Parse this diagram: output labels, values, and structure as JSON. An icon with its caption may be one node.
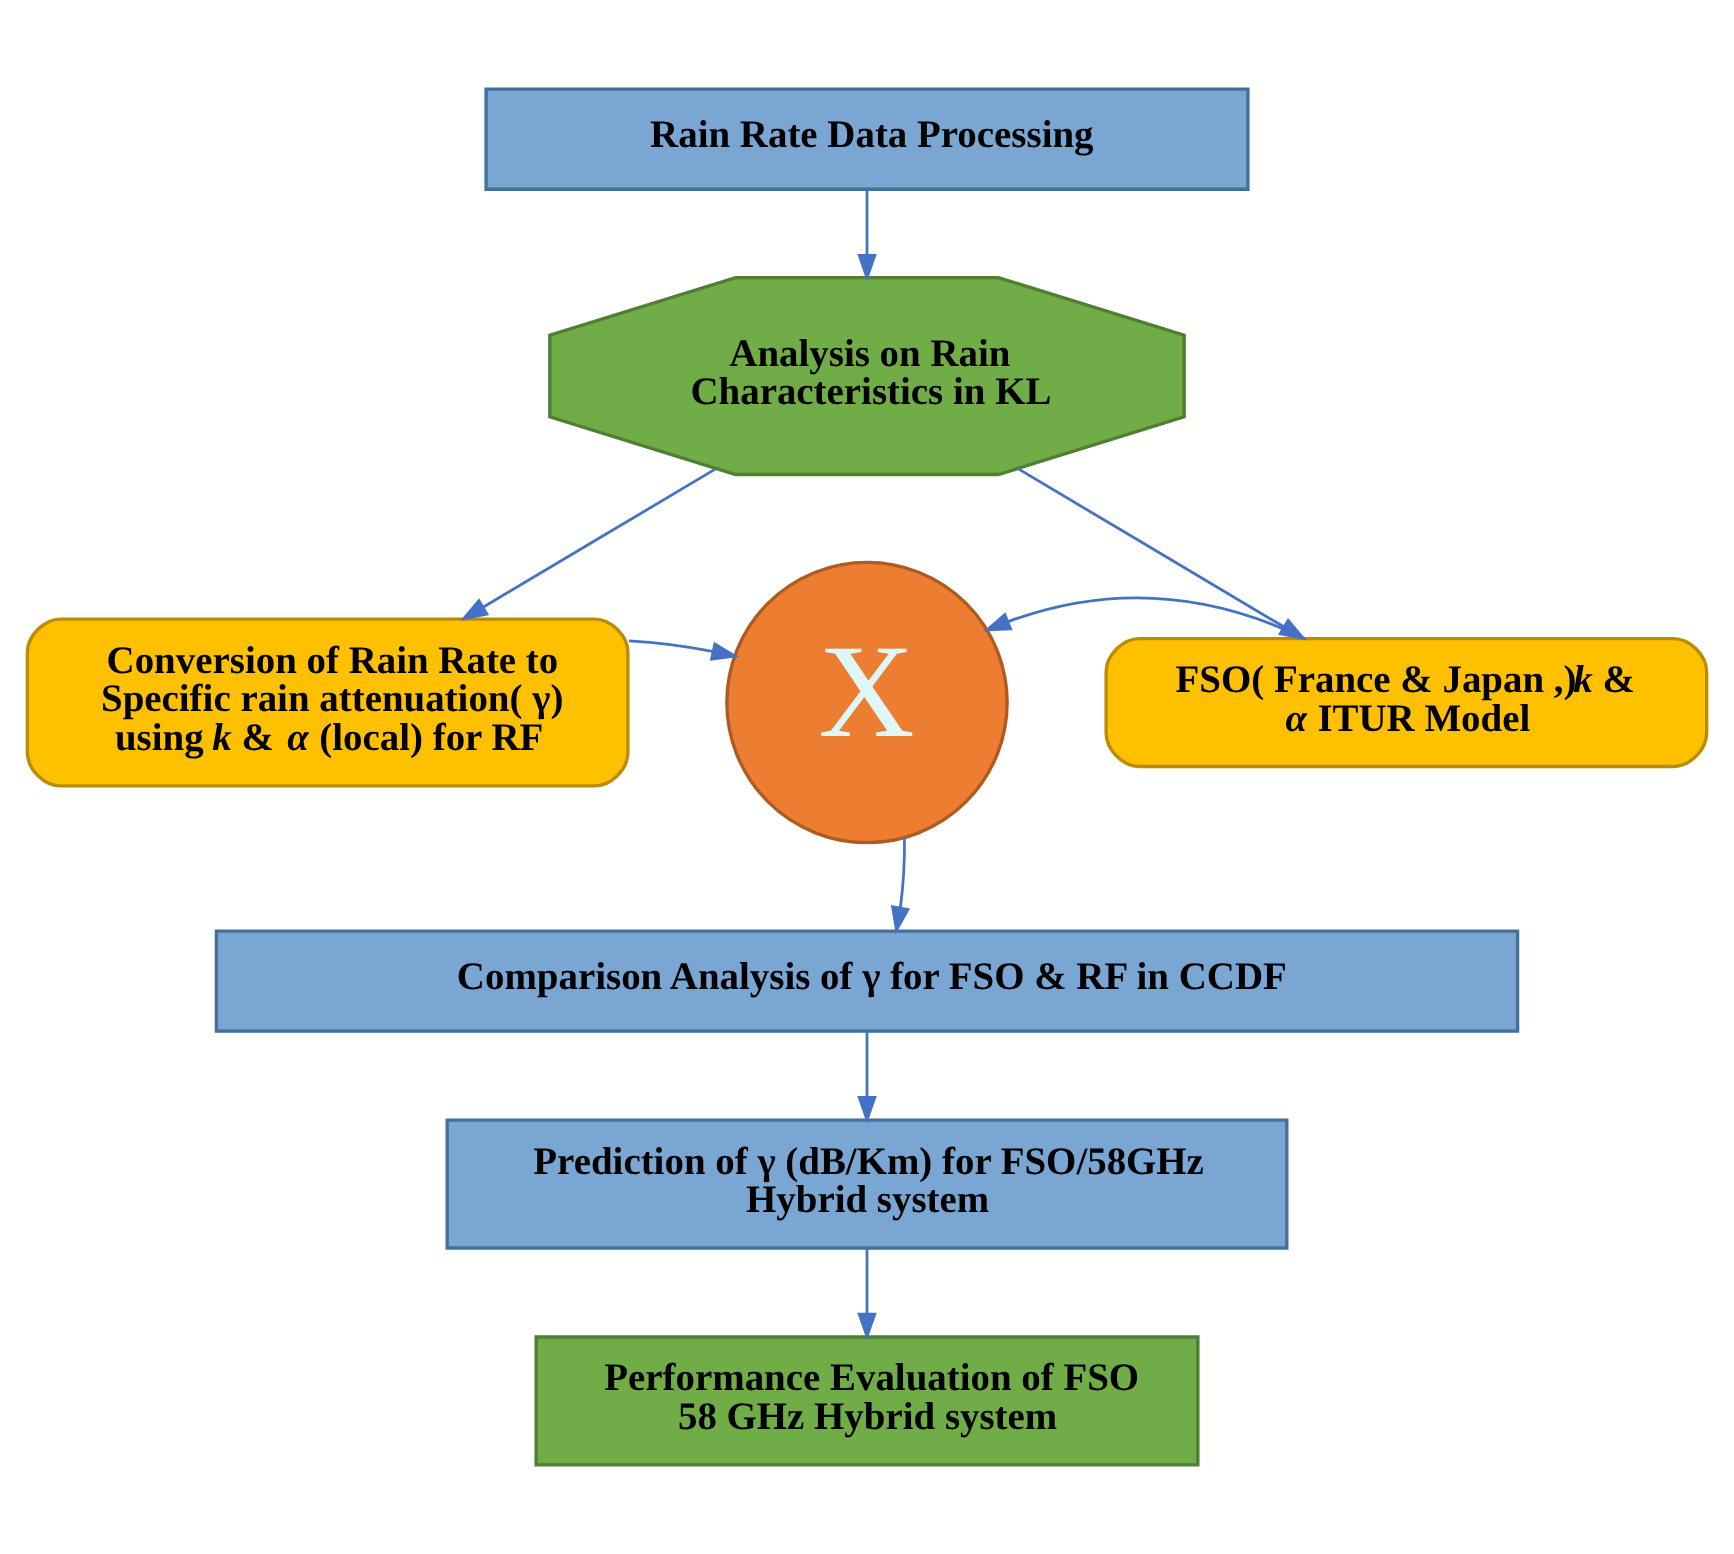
{
  "diagram": {
    "nodes": [
      {
        "text": [
          "Rain Rate Data Processing"
        ]
      },
      {
        "text": [
          "Analysis on Rain Characteristics in KL"
        ]
      },
      {
        "text": [
          "Conversion of Rain Rate to Specific rain attenuation( γ) using *k* & *α* (local) for RF"
        ]
      },
      {
        "text": [
          "X"
        ]
      },
      {
        "text": [
          "FSO( France & Japan ,)*k* & *α* ITUR Model"
        ]
      },
      {
        "text": [
          "Comparison Analysis of γ for FSO & RF in CCDF"
        ]
      },
      {
        "text": [
          "Prediction of γ (dB/Km) for FSO/58GHz Hybrid system"
        ]
      },
      {
        "text": [
          "Performance Evaluation of FSO 58 GHz Hybrid system"
        ]
      }
    ],
    "edges": [
      {
        "from": 0,
        "to": 1,
        "arrow": "to"
      },
      {
        "from": 1,
        "to": 2,
        "arrow": "to"
      },
      {
        "from": 1,
        "to": 4,
        "arrow": "to"
      },
      {
        "from": 2,
        "to": 3,
        "arrow": "to"
      },
      {
        "from": 4,
        "to": 3,
        "arrow": "to"
      },
      {
        "from": 3,
        "to": 5,
        "arrow": "to"
      },
      {
        "from": 5,
        "to": 6,
        "arrow": "to"
      },
      {
        "from": 6,
        "to": 7,
        "arrow": "to"
      }
    ]
  }
}
